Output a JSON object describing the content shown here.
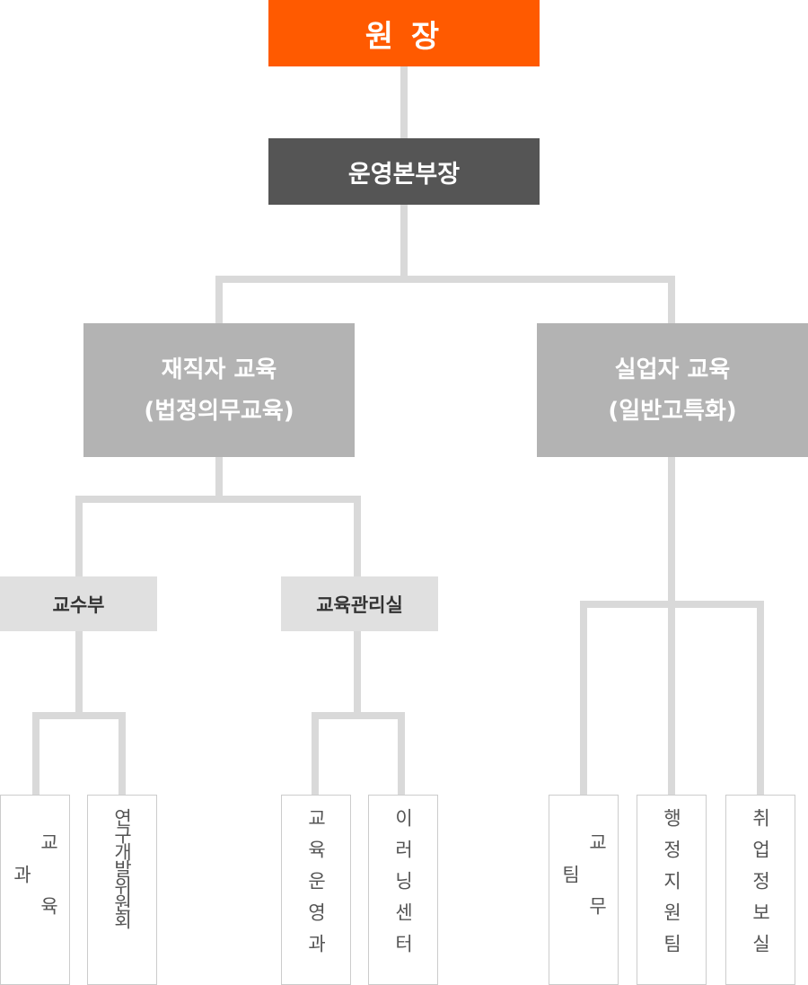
{
  "director": "원 장",
  "ops_head": "운영본부장",
  "branches": [
    {
      "line1": "재직자 교육",
      "line2": "(법정의무교육)"
    },
    {
      "line1": "실업자 교육",
      "line2": "(일반고특화)"
    }
  ],
  "departments": [
    "교수부",
    "교육관리실"
  ],
  "teams": [
    "교육과",
    "연구개발위원회",
    "교육운영과",
    "이러닝센터",
    "교무팀",
    "행정지원팀",
    "취업정보실"
  ],
  "colors": {
    "director": "#ff5a00",
    "ops_head": "#555555",
    "branch": "#b3b3b3",
    "department": "#e0e0e0",
    "connector": "#d9d9d9"
  }
}
